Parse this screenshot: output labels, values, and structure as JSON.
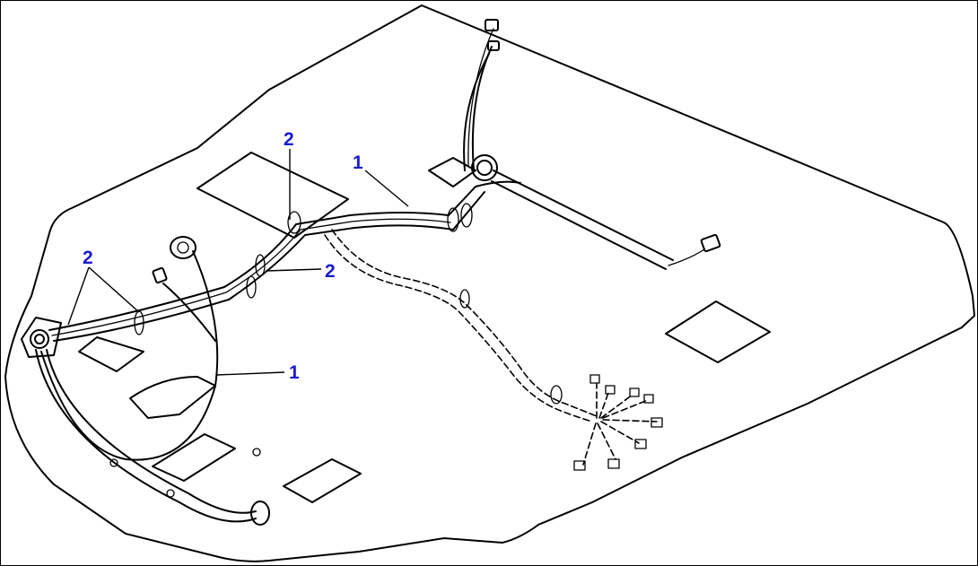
{
  "diagram": {
    "callouts": [
      {
        "id": "callout-2-top",
        "label": "2"
      },
      {
        "id": "callout-1-top",
        "label": "1"
      },
      {
        "id": "callout-2-left",
        "label": "2"
      },
      {
        "id": "callout-2-middle",
        "label": "2"
      },
      {
        "id": "callout-1-bottom",
        "label": "1"
      }
    ],
    "callout_color": "#1a1acc",
    "line_color": "#000000"
  }
}
